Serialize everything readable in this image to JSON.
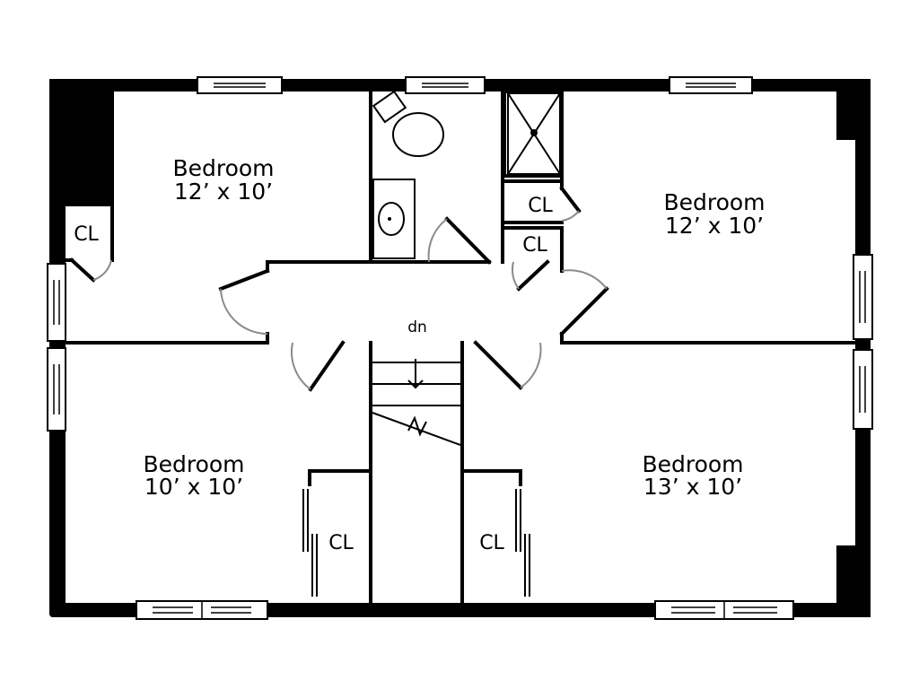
{
  "rooms": {
    "bedroom_nw": {
      "name": "Bedroom",
      "dims": "12’ x 10’"
    },
    "bedroom_ne": {
      "name": "Bedroom",
      "dims": "12’ x 10’"
    },
    "bedroom_sw": {
      "name": "Bedroom",
      "dims": "10’ x 10’"
    },
    "bedroom_se": {
      "name": "Bedroom",
      "dims": "13’ x 10’"
    }
  },
  "closets": {
    "nw": "CL",
    "center_upper": "CL",
    "center_lower": "CL",
    "sw": "CL",
    "se": "CL"
  },
  "stairs": {
    "label": "dn"
  }
}
